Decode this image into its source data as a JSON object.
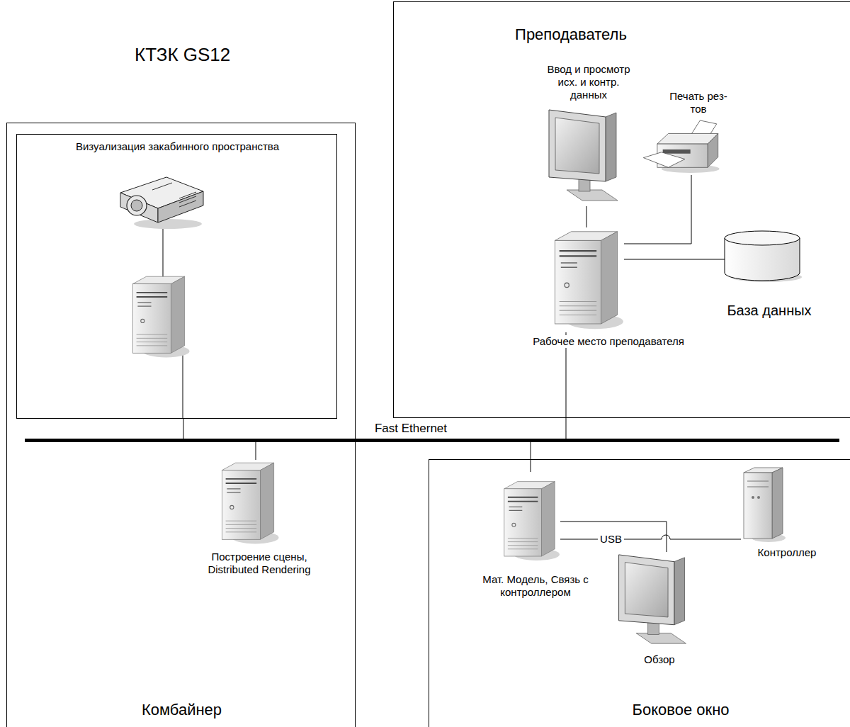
{
  "diagram": {
    "title": "КТЗК GS12",
    "nodes": [
      {
        "text": [
          "Комбайнер"
        ]
      },
      {
        "text": [
          "Визуализация закабинного пространства"
        ],
        "in": 0
      },
      {
        "text": [
          "Преподаватель"
        ]
      },
      {
        "text": [
          "Ввод и просмотр исх. и контр. данных"
        ],
        "in": 2
      },
      {
        "text": [
          "Печать рез-тов"
        ],
        "in": 2
      },
      {
        "text": [
          "Рабочее место преподавателя"
        ],
        "in": 2
      },
      {
        "text": [
          "База данных"
        ],
        "in": 2
      },
      {
        "text": [
          "Fast Ethernet"
        ]
      },
      {
        "text": [
          "Построение сцены, Distributed Rendering"
        ],
        "in": 0
      },
      {
        "text": [
          "Боковое окно"
        ]
      },
      {
        "text": [
          "Мат. Модель, Связь с контроллером"
        ],
        "in": 9
      },
      {
        "text": [
          "Обзор"
        ],
        "in": 9
      },
      {
        "text": [
          "Контроллер"
        ],
        "in": 9
      }
    ],
    "edges": [
      {
        "from": 5,
        "to": 3,
        "arrow": "none"
      },
      {
        "from": 5,
        "to": 4,
        "arrow": "none"
      },
      {
        "from": 5,
        "to": 6,
        "arrow": "none"
      },
      {
        "from": 5,
        "to": 7,
        "arrow": "none"
      },
      {
        "from": 1,
        "to": 7,
        "arrow": "none"
      },
      {
        "from": 8,
        "to": 7,
        "arrow": "none"
      },
      {
        "from": 10,
        "to": 7,
        "arrow": "none"
      },
      {
        "from": 10,
        "to": 11,
        "arrow": "none"
      },
      {
        "from": 10,
        "to": 12,
        "label": "USB",
        "arrow": "none"
      }
    ]
  }
}
